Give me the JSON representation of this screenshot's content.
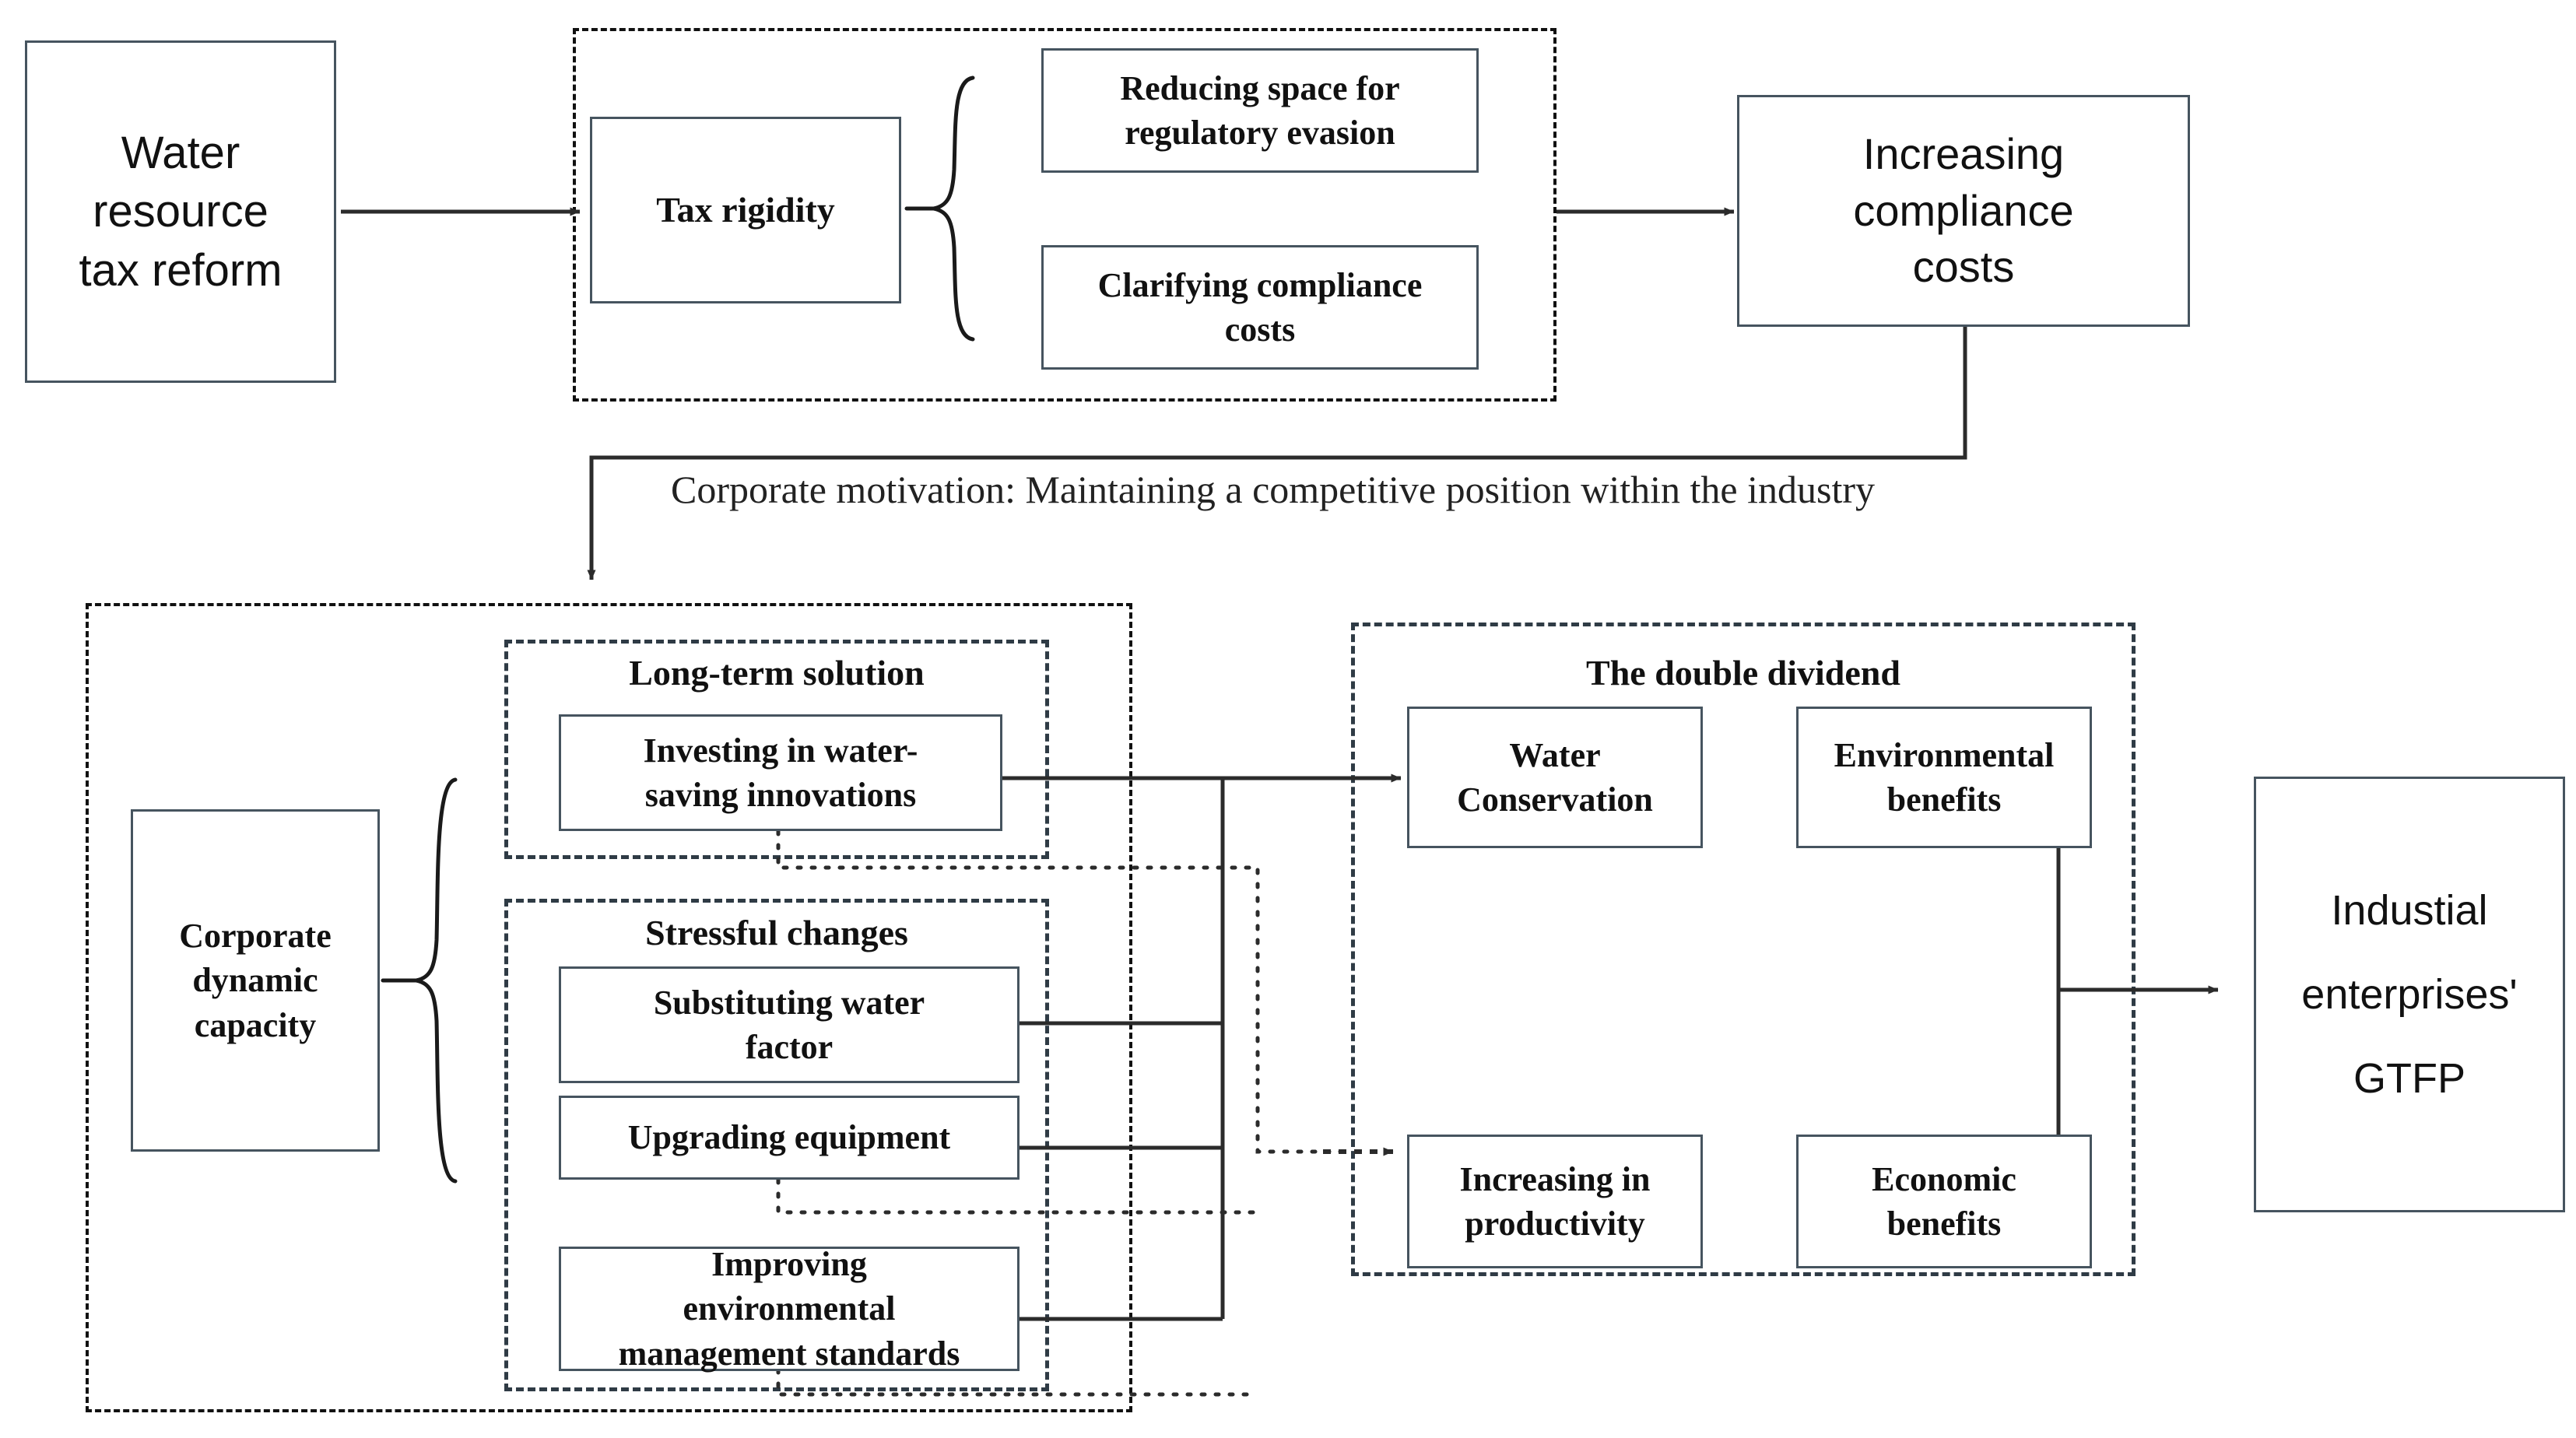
{
  "diagram": {
    "title": "Water resource tax reform impact mechanism on industrial enterprises' GTFP",
    "colors": {
      "box_stroke": "#46545f",
      "line": "#2b2b2b",
      "text": "#111111",
      "background": "#ffffff"
    }
  },
  "nodes": {
    "water_tax_reform": "Water\nresource\ntax reform",
    "tax_rigidity": "Tax rigidity",
    "reducing_space": "Reducing space for\nregulatory evasion",
    "clarifying_costs": "Clarifying compliance\ncosts",
    "increasing_compliance_costs": "Increasing\ncompliance\ncosts",
    "corporate_dynamic_capacity": "Corporate\ndynamic\ncapacity",
    "investing_innovations": "Investing in water-\nsaving innovations",
    "substituting_water": "Substituting water\nfactor",
    "upgrading_equipment": "Upgrading equipment",
    "improving_env_standards": "Improving\nenvironmental\nmanagement standards",
    "water_conservation": "Water\nConservation",
    "environmental_benefits": "Environmental\nbenefits",
    "increasing_productivity": "Increasing in\nproductivity",
    "economic_benefits": "Economic\nbenefits",
    "industrial_gtfp": "Industial\nenterprises'\nGTFP"
  },
  "groups": {
    "tax_rigidity_group_title": "",
    "long_term_solution": "Long-term solution",
    "stressful_changes": "Stressful changes",
    "double_dividend": "The double dividend",
    "corporate_capacity_group_title": ""
  },
  "captions": {
    "corporate_motivation": "Corporate motivation: Maintaining a competitive position within the industry"
  }
}
